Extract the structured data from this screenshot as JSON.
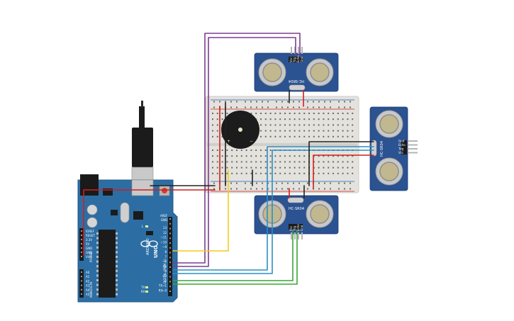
{
  "arduino": {
    "board_name": "UNO",
    "brand": "ARDUINO",
    "header_digital": "DIGITAL (PWM ~)",
    "pin_aref": "AREF",
    "pin_gnd": "GND",
    "pins_digital": [
      "13",
      "12",
      "~11",
      "~10",
      "~9",
      "8",
      "7",
      "~6",
      "~5",
      "4",
      "~3",
      "2",
      "TX→1",
      "RX←0"
    ],
    "power_header": "POWER",
    "pins_power": [
      "IOREF",
      "RESET",
      "3.3V",
      "5V",
      "GND",
      "GND",
      "Vin"
    ],
    "analog_header": "ANALOG IN",
    "pins_analog": [
      "A0",
      "A1",
      "A2",
      "A3",
      "A4",
      "A5"
    ],
    "led_tx": "TX",
    "led_rx": "RX",
    "led_l": "L",
    "on_label": "ON"
  },
  "sensors": {
    "top": {
      "model": "HC-SR04",
      "pins": [
        "Vcc",
        "Trig",
        "Echo",
        "Gnd"
      ]
    },
    "right": {
      "model": "HC-SR04",
      "pins": [
        "Gnd",
        "Echo",
        "Trig",
        "Vcc"
      ]
    },
    "bottom": {
      "model": "HC-SR04",
      "pins": [
        "Vcc",
        "Trig",
        "Echo",
        "Gnd"
      ]
    }
  },
  "buzzer": {
    "plus": "+",
    "minus": "−"
  },
  "colors": {
    "board": "#2c6ea4",
    "sensor": "#2b5291",
    "breadboard": "#e4e2dd",
    "wire_purple": "#7b3d8f",
    "wire_blue": "#2a8fc4",
    "wire_green": "#3aa53a",
    "wire_yellow": "#f2cc1c",
    "wire_red": "#d21f1f",
    "wire_black": "#222222"
  }
}
